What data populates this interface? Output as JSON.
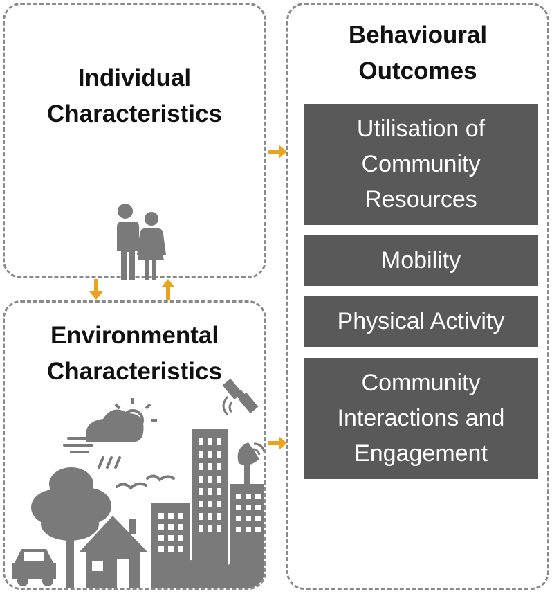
{
  "individual": {
    "title_line1": "Individual",
    "title_line2": "Characteristics"
  },
  "environmental": {
    "title_line1": "Environmental",
    "title_line2": "Characteristics"
  },
  "outcomes": {
    "title_line1": "Behavioural",
    "title_line2": "Outcomes",
    "items": [
      {
        "lines": [
          "Utilisation of",
          "Community",
          "Resources"
        ]
      },
      {
        "lines": [
          "Mobility"
        ]
      },
      {
        "lines": [
          "Physical Activity"
        ]
      },
      {
        "lines": [
          "Community",
          "Interactions and",
          "Engagement"
        ]
      }
    ]
  },
  "colors": {
    "arrow": "#e8a41c",
    "box": "#595959",
    "border": "#8a8a8a",
    "icon": "#7a7a7a"
  },
  "icons": [
    "people-icon",
    "weather-icon",
    "satellite-icon",
    "dish-icon",
    "birds-icon",
    "tree-icon",
    "house-icon",
    "car-icon",
    "buildings-icon"
  ]
}
